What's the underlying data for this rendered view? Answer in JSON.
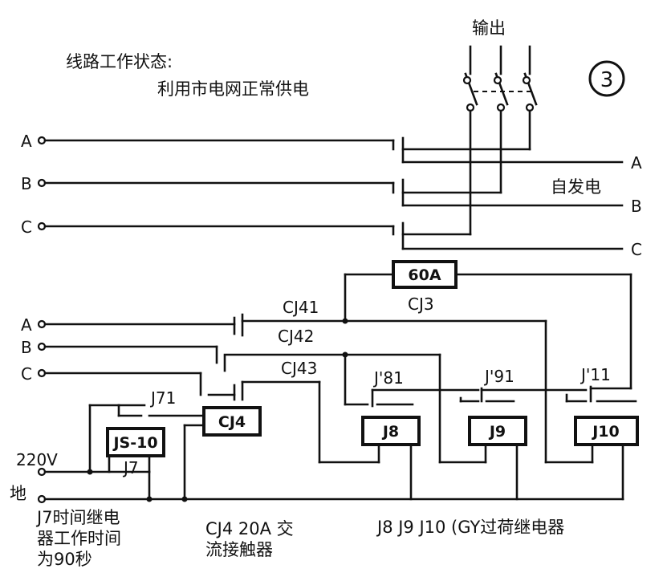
{
  "figure_number": "3",
  "output_label": "输出",
  "state_title": "线路工作状态:",
  "state_desc": "利用市电网正常供电",
  "self_gen_label": "自发电",
  "mains_phases": [
    "A",
    "B",
    "C"
  ],
  "gen_phases": [
    "A",
    "B",
    "C"
  ],
  "lower_phases": [
    "A",
    "B",
    "C"
  ],
  "supply_label": "220V",
  "ground_label": "地",
  "components": {
    "cj3_box": "60A",
    "cj3": "CJ3",
    "cj41": "CJ41",
    "cj42": "CJ42",
    "cj43": "CJ43",
    "cj4": "CJ4",
    "js10": "JS-10",
    "j7": "J7",
    "j71": "J71",
    "j81": "J'81",
    "j91": "J'91",
    "j11": "J'11",
    "j8": "J8",
    "j9": "J9",
    "j10": "J10"
  },
  "notes": {
    "j7_note": [
      "J7时间继电",
      "器工作时间",
      "为90秒"
    ],
    "cj4_note": [
      "CJ4 20A 交",
      "流接触器"
    ],
    "relay_note": "J8 J9 J10 (GY过荷继电器"
  }
}
